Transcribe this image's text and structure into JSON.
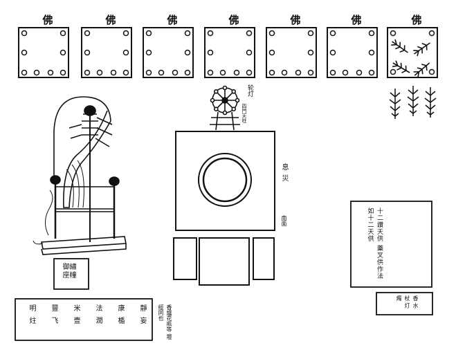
{
  "title_glyph": "佛",
  "buddha_panels": [
    {
      "label": "佛"
    },
    {
      "label": "佛"
    },
    {
      "label": "佛"
    },
    {
      "label": "佛"
    },
    {
      "label": "佛"
    },
    {
      "label": "佛"
    },
    {
      "label": "佛"
    }
  ],
  "wheel_label": "轮灯",
  "wheel_sub_label": "四門天柱",
  "altar_right_label": "息災",
  "altar_right_lower_label": "南面",
  "canopy_caption": "繡幢 御座",
  "twelve_heavens_box": "十二讚天供 藥叉供作法如十二天供",
  "small_box_right": "香 水杖 灯燭",
  "bottom_box_items": [
    "靜妄",
    "康楯",
    "法潤",
    "米壹",
    "豐飞",
    "明炷"
  ],
  "bottom_side_note": "香爐花瓶等 壇經同也",
  "colors": {
    "ink": "#111111",
    "paper": "#ffffff"
  }
}
